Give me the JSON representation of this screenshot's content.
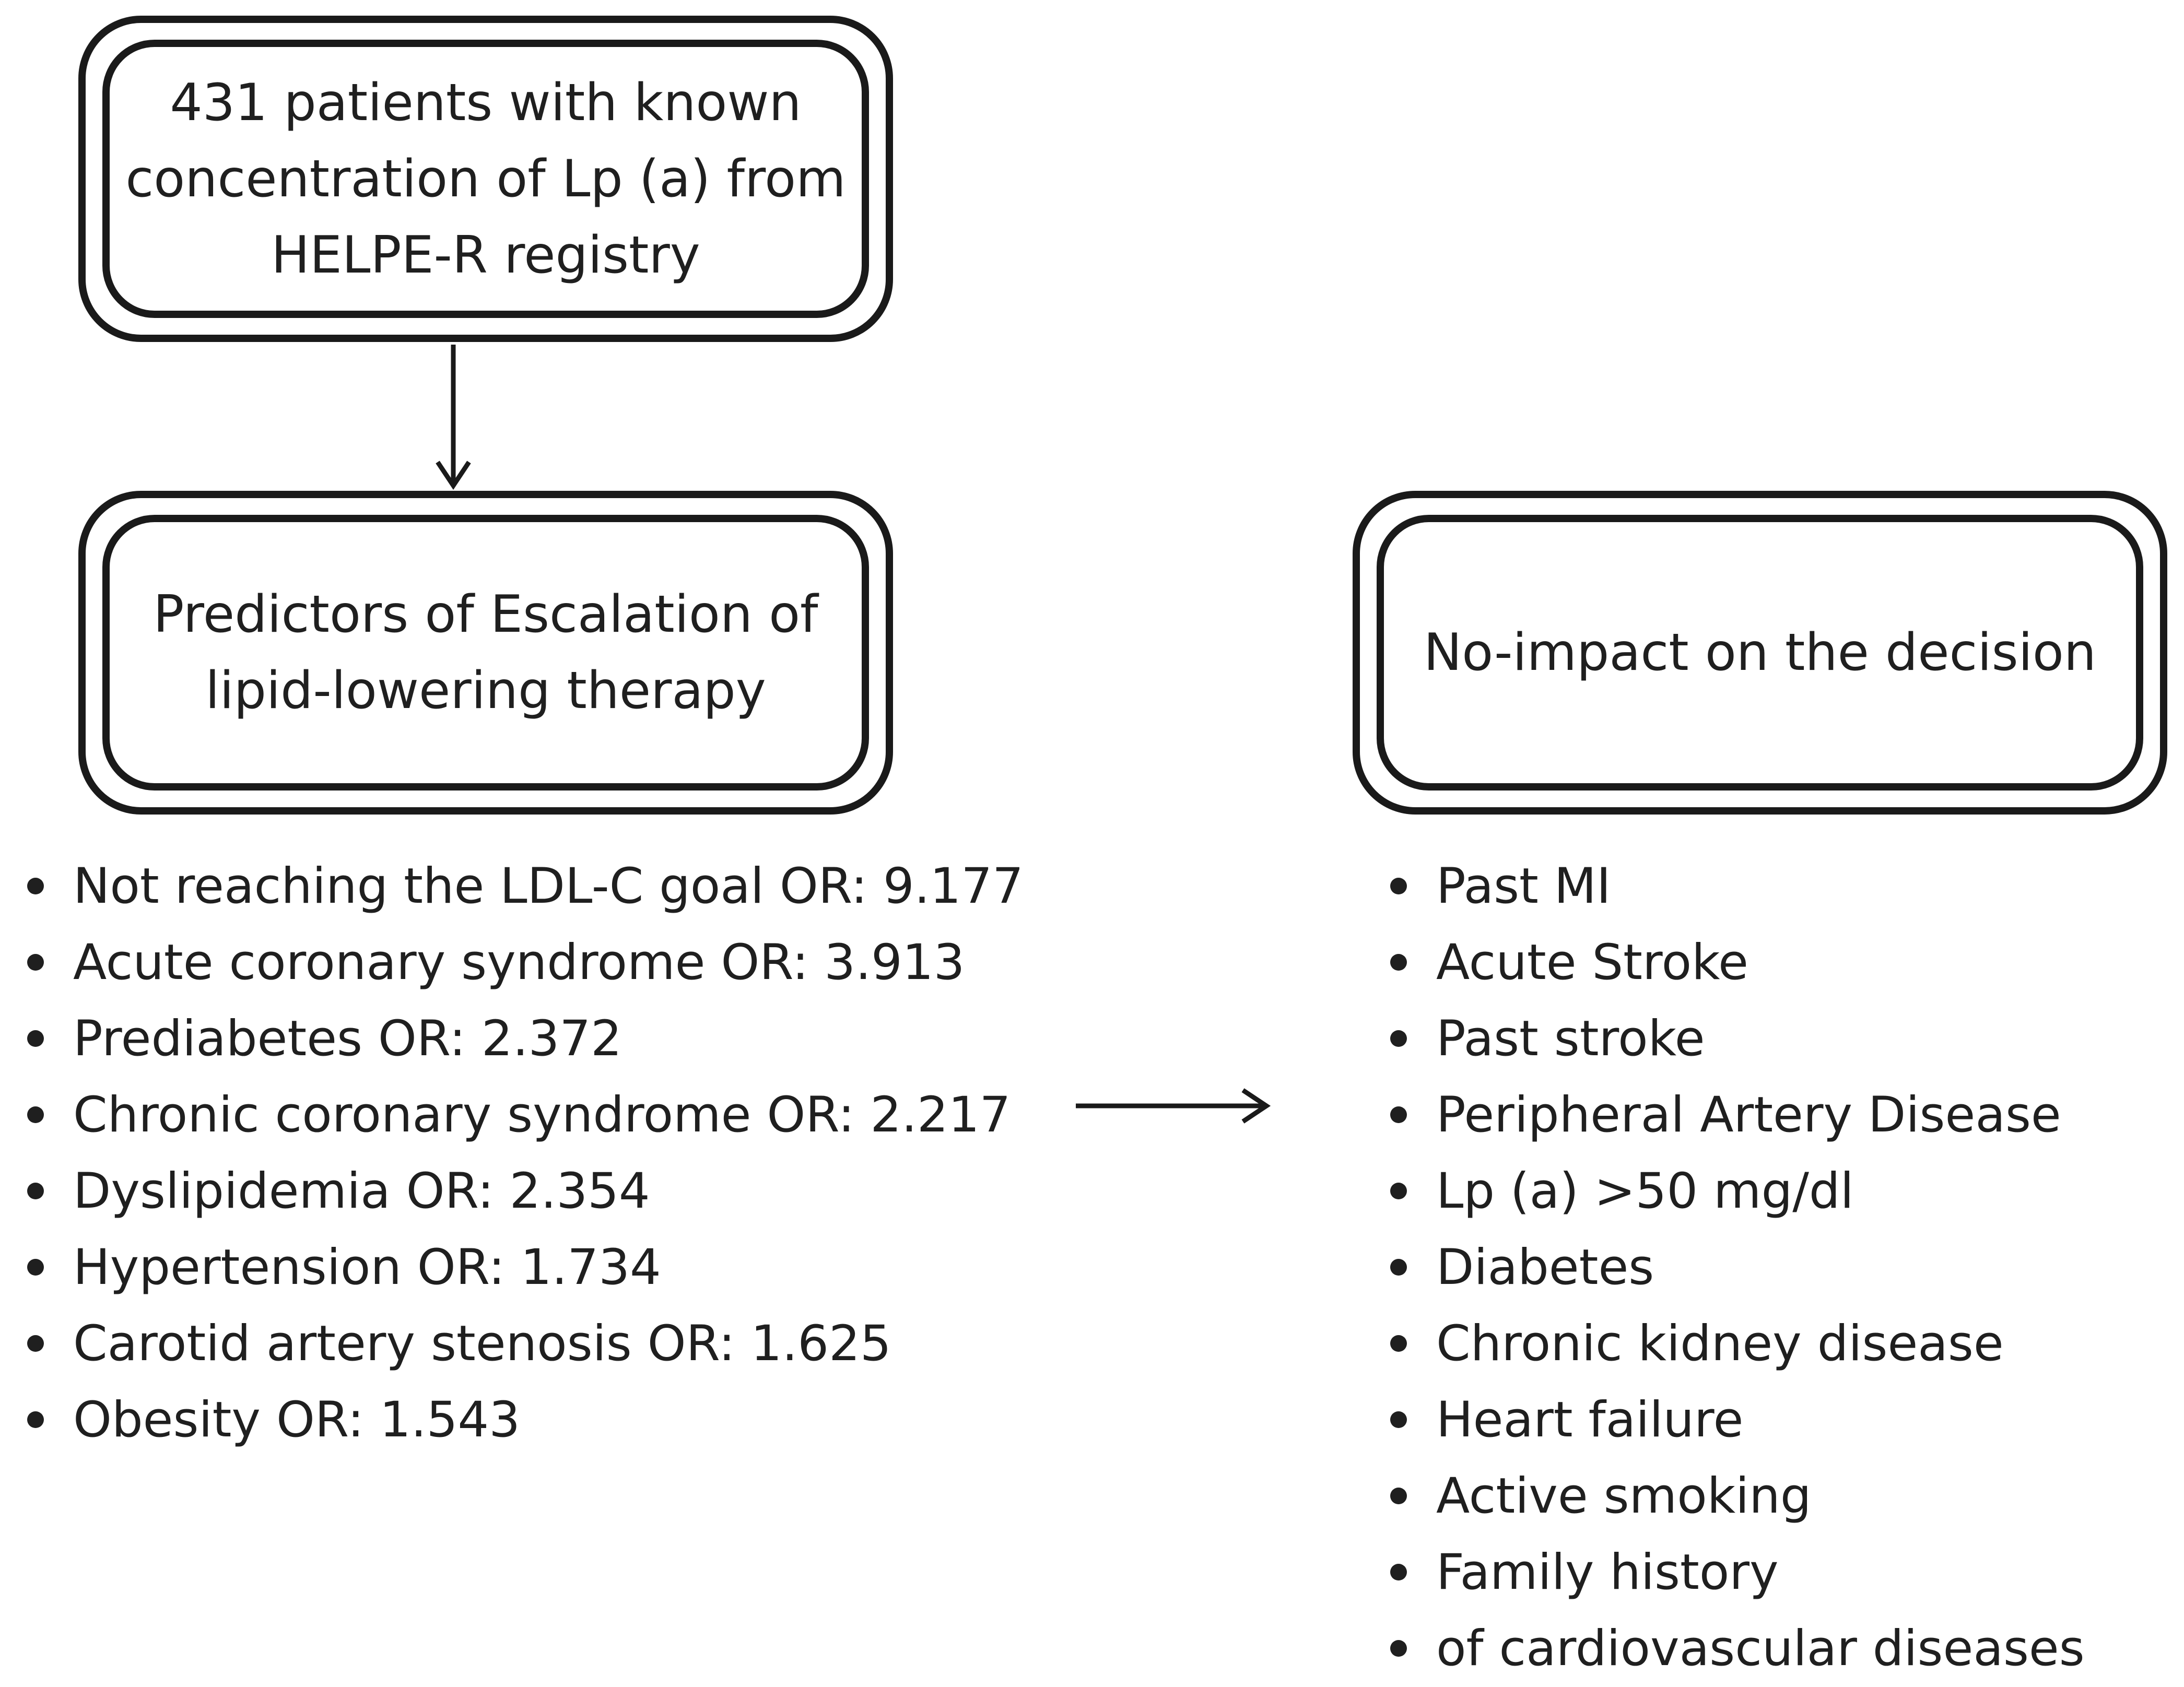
{
  "source_box": {
    "text": "431 patients with known\nconcentration of Lp (a) from\nHELPE-R registry"
  },
  "predictors_box": {
    "text": "Predictors of Escalation of\nlipid-lowering therapy"
  },
  "no_impact_box": {
    "text": "No-impact on the decision"
  },
  "predictors": [
    "Not reaching the LDL-C goal OR: 9.177",
    "Acute coronary syndrome OR: 3.913",
    "Prediabetes OR: 2.372",
    "Chronic coronary syndrome OR: 2.217",
    "Dyslipidemia OR: 2.354",
    "Hypertension OR: 1.734",
    "Carotid artery stenosis OR: 1.625",
    "Obesity OR: 1.543"
  ],
  "no_impact_factors": [
    "Past MI",
    "Acute Stroke",
    "Past stroke",
    "Peripheral Artery Disease",
    "Lp (a) >50 mg/dl",
    "Diabetes",
    "Chronic kidney disease",
    "Heart failure",
    "Active smoking",
    "Family history",
    "of cardiovascular diseases"
  ]
}
